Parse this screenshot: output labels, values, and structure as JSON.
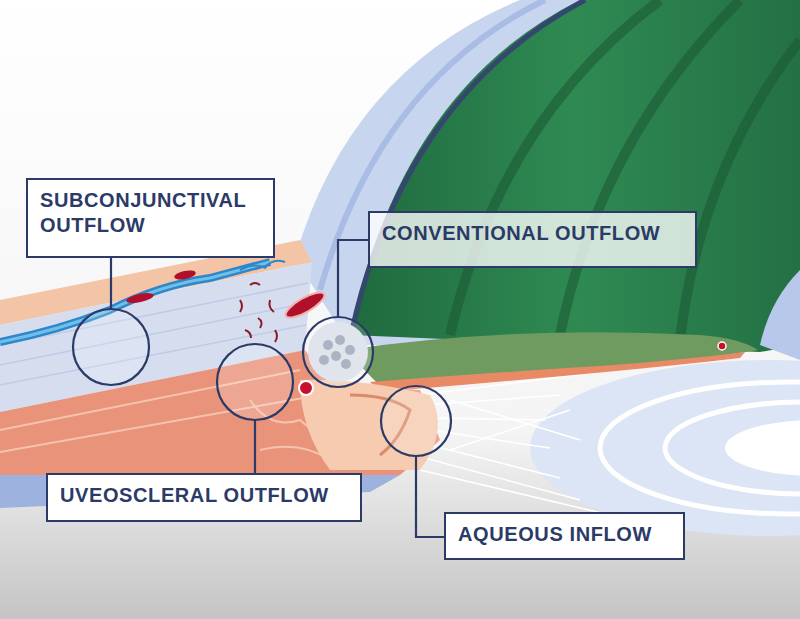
{
  "diagram": {
    "nodes": [
      {
        "text": [
          "SUBCONJUNCTIVAL OUTFLOW"
        ]
      },
      {
        "text": [
          "CONVENTIONAL OUTFLOW"
        ]
      },
      {
        "text": [
          "UVEOSCLERAL OUTFLOW"
        ]
      },
      {
        "text": [
          "AQUEOUS INFLOW"
        ]
      }
    ]
  }
}
